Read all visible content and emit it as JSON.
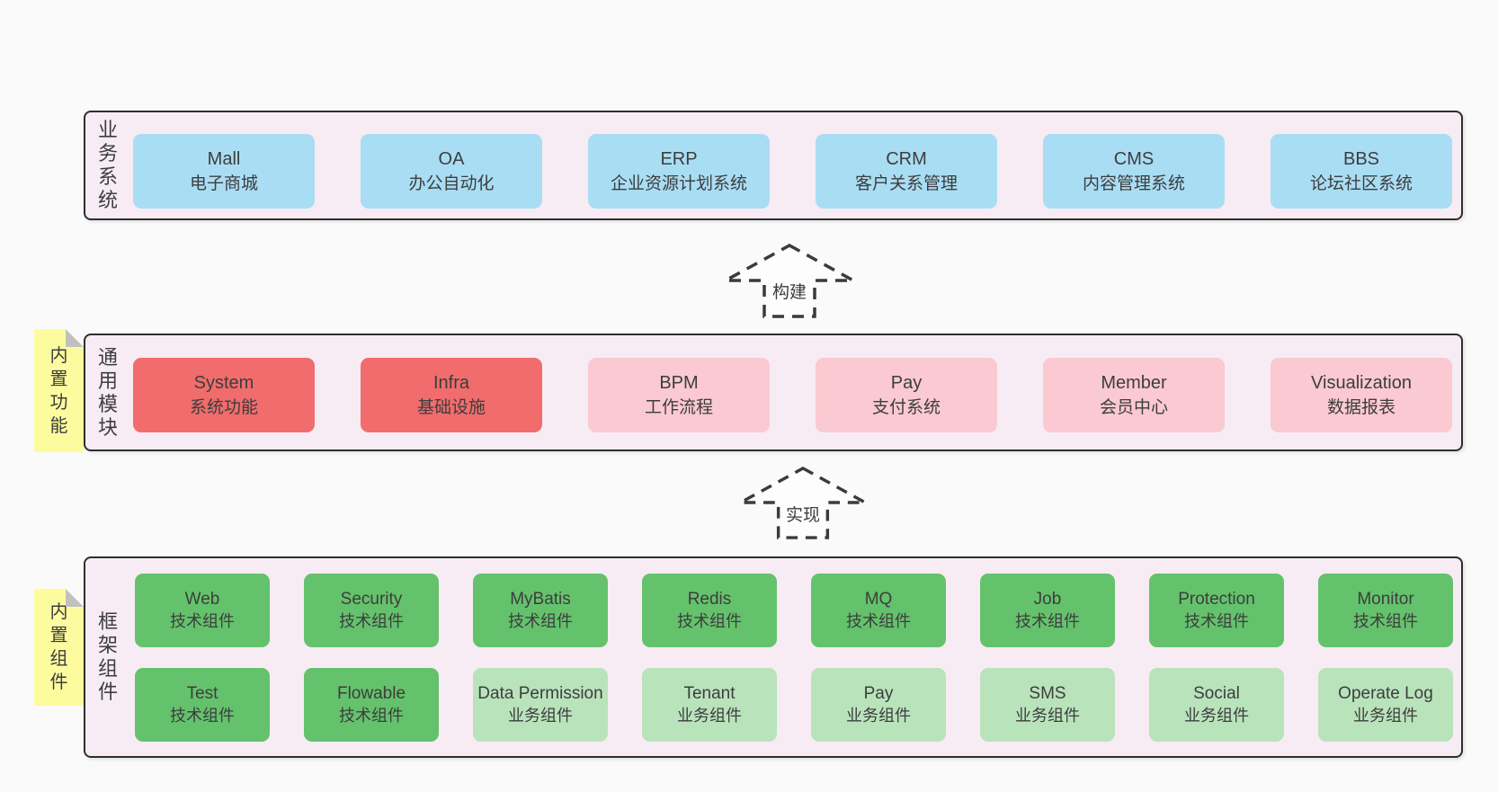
{
  "colors": {
    "page_bg": "#fafafa",
    "container_bg": "#f7ecf4",
    "container_border": "#2e2e2e",
    "blue_box": "#a9ddf4",
    "red_box": "#f16c6c",
    "pink_box": "#fac9d1",
    "green_box": "#64c26c",
    "light_green_box": "#b9e3bb",
    "note_bg": "#fcfc9f",
    "note_fold": "#c0c0c0",
    "text": "#3d3d3d"
  },
  "sections": {
    "business": {
      "label": "业务系统",
      "items": [
        {
          "name": "Mall",
          "desc": "电子商城"
        },
        {
          "name": "OA",
          "desc": "办公自动化"
        },
        {
          "name": "ERP",
          "desc": "企业资源计划系统"
        },
        {
          "name": "CRM",
          "desc": "客户关系管理"
        },
        {
          "name": "CMS",
          "desc": "内容管理系统"
        },
        {
          "name": "BBS",
          "desc": "论坛社区系统"
        }
      ]
    },
    "modules": {
      "label": "通用模块",
      "note": "内置功能",
      "items": [
        {
          "name": "System",
          "desc": "系统功能",
          "variant": "red"
        },
        {
          "name": "Infra",
          "desc": "基础设施",
          "variant": "red"
        },
        {
          "name": "BPM",
          "desc": "工作流程",
          "variant": "pink"
        },
        {
          "name": "Pay",
          "desc": "支付系统",
          "variant": "pink"
        },
        {
          "name": "Member",
          "desc": "会员中心",
          "variant": "pink"
        },
        {
          "name": "Visualization",
          "desc": "数据报表",
          "variant": "pink"
        }
      ]
    },
    "components": {
      "label": "框架组件",
      "note": "内置组件",
      "row1": [
        {
          "name": "Web",
          "desc": "技术组件",
          "variant": "green"
        },
        {
          "name": "Security",
          "desc": "技术组件",
          "variant": "green"
        },
        {
          "name": "MyBatis",
          "desc": "技术组件",
          "variant": "green"
        },
        {
          "name": "Redis",
          "desc": "技术组件",
          "variant": "green"
        },
        {
          "name": "MQ",
          "desc": "技术组件",
          "variant": "green"
        },
        {
          "name": "Job",
          "desc": "技术组件",
          "variant": "green"
        },
        {
          "name": "Protection",
          "desc": "技术组件",
          "variant": "green"
        },
        {
          "name": "Monitor",
          "desc": "技术组件",
          "variant": "green"
        }
      ],
      "row2": [
        {
          "name": "Test",
          "desc": "技术组件",
          "variant": "green"
        },
        {
          "name": "Flowable",
          "desc": "技术组件",
          "variant": "green"
        },
        {
          "name": "Data Permission",
          "desc": "业务组件",
          "variant": "light-green"
        },
        {
          "name": "Tenant",
          "desc": "业务组件",
          "variant": "light-green"
        },
        {
          "name": "Pay",
          "desc": "业务组件",
          "variant": "light-green"
        },
        {
          "name": "SMS",
          "desc": "业务组件",
          "variant": "light-green"
        },
        {
          "name": "Social",
          "desc": "业务组件",
          "variant": "light-green"
        },
        {
          "name": "Operate Log",
          "desc": "业务组件",
          "variant": "light-green"
        }
      ]
    }
  },
  "arrows": [
    {
      "label": "构建"
    },
    {
      "label": "实现"
    }
  ]
}
